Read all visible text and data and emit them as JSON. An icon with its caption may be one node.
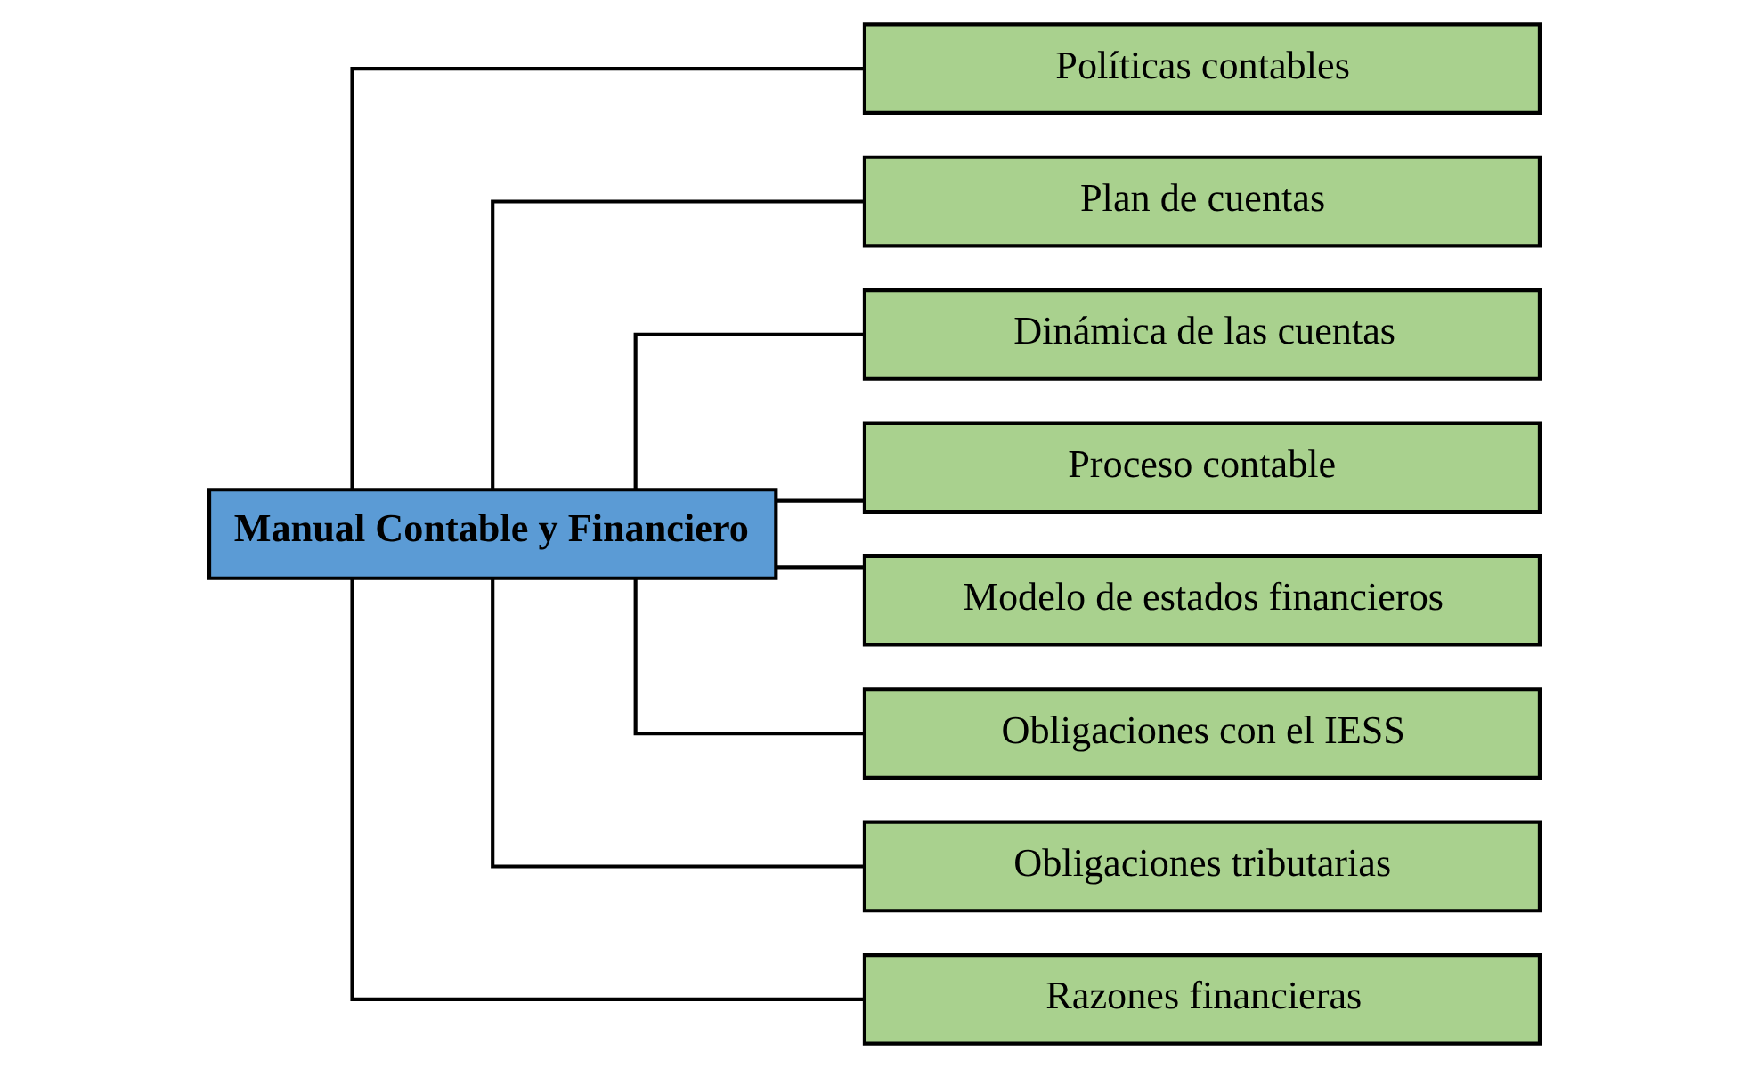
{
  "diagram": {
    "nodes": [
      {
        "text": [
          "Manual Contable y Financiero"
        ]
      },
      {
        "text": [
          "Políticas contables"
        ]
      },
      {
        "text": [
          "Plan de cuentas"
        ]
      },
      {
        "text": [
          "Dinámica de las cuentas"
        ]
      },
      {
        "text": [
          "Proceso contable"
        ]
      },
      {
        "text": [
          "Modelo de estados financieros"
        ]
      },
      {
        "text": [
          "Obligaciones con el IESS"
        ]
      },
      {
        "text": [
          "Obligaciones tributarias"
        ]
      },
      {
        "text": [
          "Razones financieras"
        ]
      }
    ],
    "edges": [
      {
        "from": 0,
        "to": 1,
        "arrow": "none"
      },
      {
        "from": 0,
        "to": 2,
        "arrow": "none"
      },
      {
        "from": 0,
        "to": 3,
        "arrow": "none"
      },
      {
        "from": 0,
        "to": 4,
        "arrow": "none"
      },
      {
        "from": 0,
        "to": 5,
        "arrow": "none"
      },
      {
        "from": 0,
        "to": 6,
        "arrow": "none"
      },
      {
        "from": 0,
        "to": 7,
        "arrow": "none"
      },
      {
        "from": 0,
        "to": 8,
        "arrow": "none"
      }
    ]
  }
}
